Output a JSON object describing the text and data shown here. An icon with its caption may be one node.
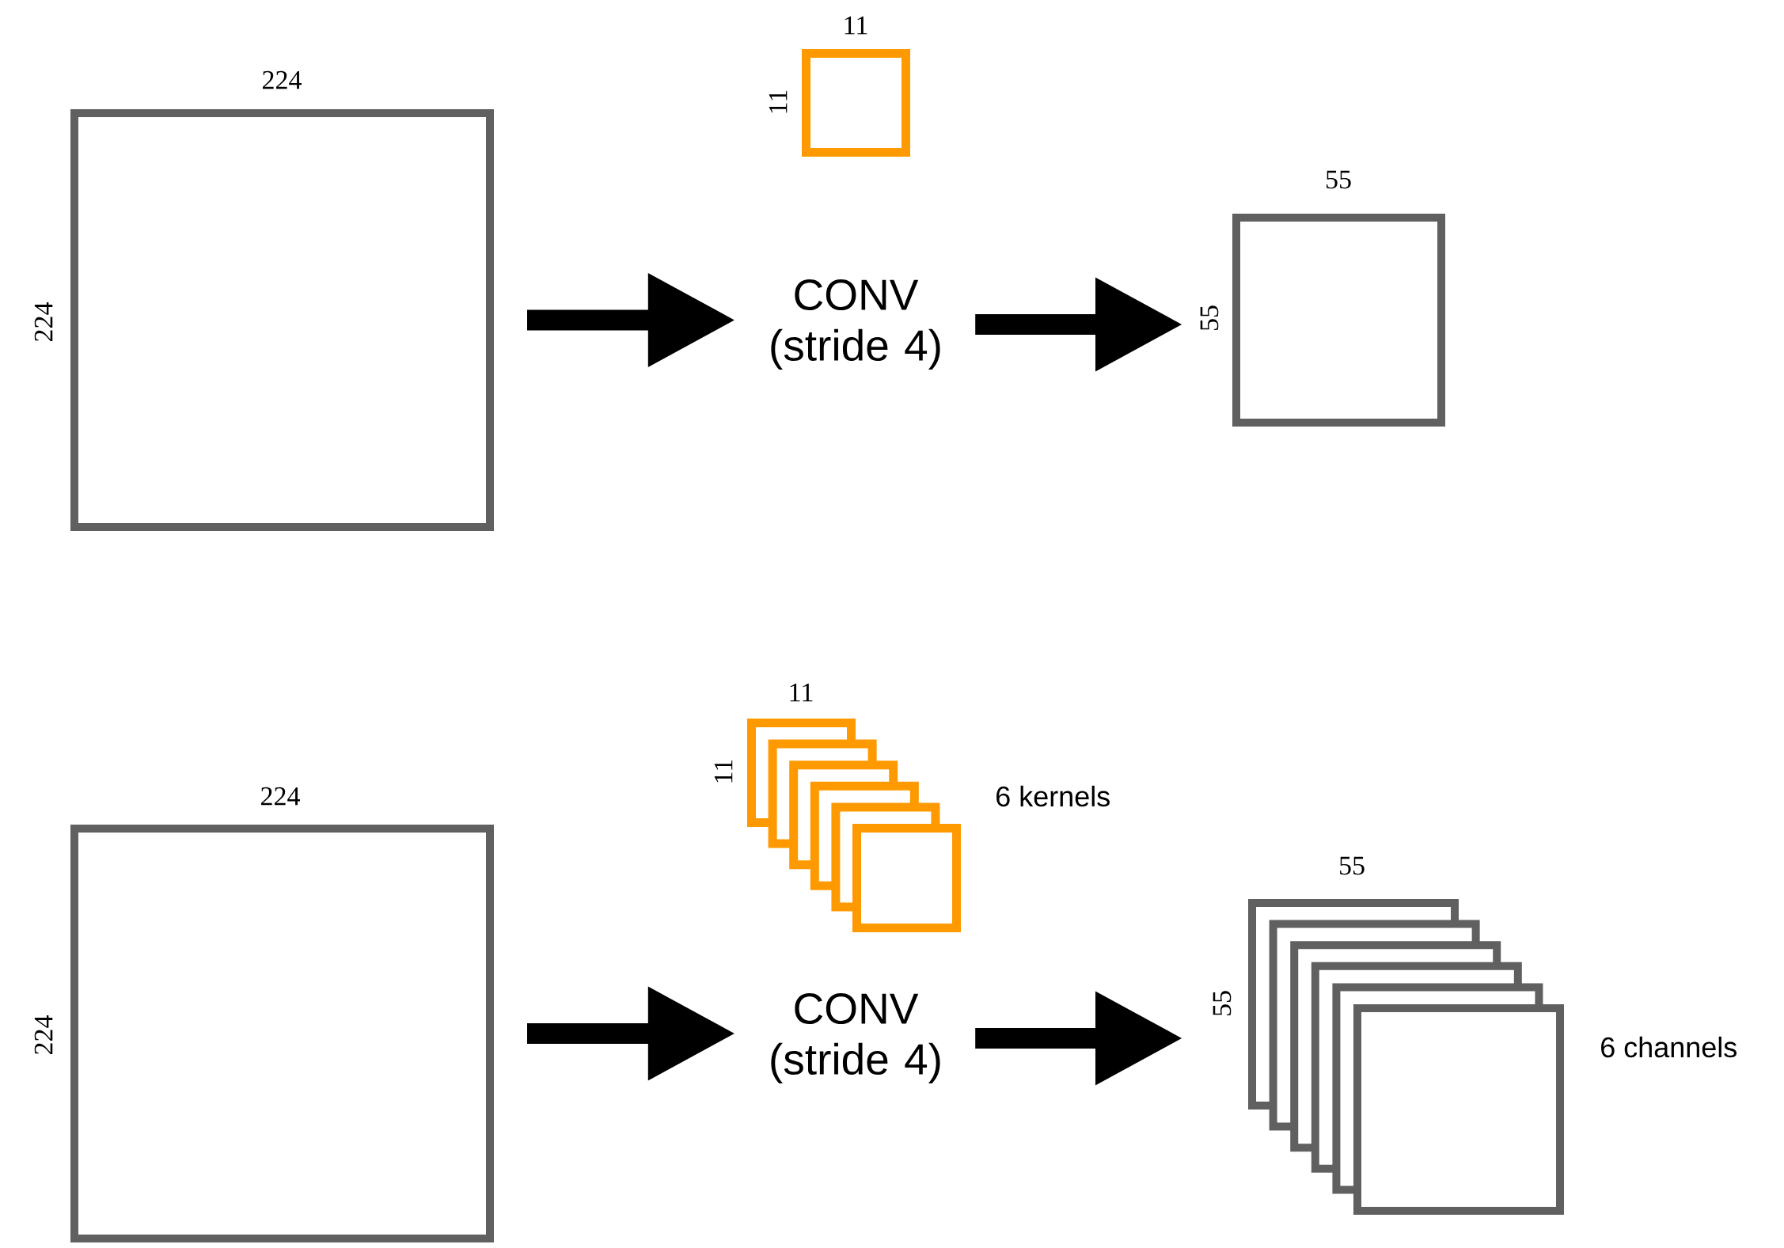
{
  "diagram": {
    "nodes": [
      {
        "text": [],
        "shape": "box",
        "beside": [
          "224",
          "224"
        ]
      },
      {
        "text": [],
        "shape": "box",
        "beside": [
          "11",
          "11"
        ]
      },
      {
        "text": [
          "CONV (stride 4)"
        ]
      },
      {
        "text": [],
        "shape": "box",
        "beside": [
          "55",
          "55"
        ]
      },
      {
        "text": [],
        "shape": "box",
        "beside": [
          "224",
          "224"
        ]
      },
      {
        "text": [],
        "shape": "box",
        "beside": [
          "11",
          "11"
        ]
      },
      {
        "text": [],
        "shape": "box"
      },
      {
        "text": [],
        "shape": "box"
      },
      {
        "text": [],
        "shape": "box"
      },
      {
        "text": [],
        "shape": "box"
      },
      {
        "text": [],
        "shape": "box"
      },
      {
        "text": [
          "CONV (stride 4)"
        ]
      },
      {
        "text": [],
        "shape": "box",
        "beside": [
          "55",
          "55"
        ]
      },
      {
        "text": [],
        "shape": "box"
      },
      {
        "text": [],
        "shape": "box"
      },
      {
        "text": [],
        "shape": "box"
      },
      {
        "text": [],
        "shape": "box"
      },
      {
        "text": [],
        "shape": "box"
      }
    ],
    "edges": [
      {
        "from": 0,
        "to": 2,
        "arrow": "to"
      },
      {
        "from": 2,
        "to": 3,
        "arrow": "to"
      },
      {
        "from": 4,
        "to": 11,
        "arrow": "to"
      },
      {
        "from": 11,
        "to": 12,
        "arrow": "to"
      }
    ],
    "labels": [
      "6 kernels",
      "6 channels"
    ]
  }
}
